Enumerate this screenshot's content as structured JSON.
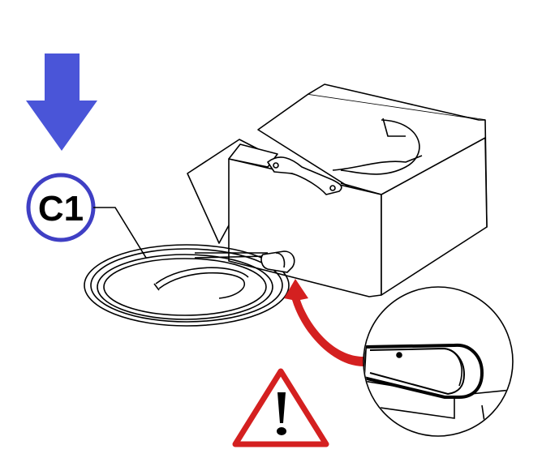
{
  "callout": {
    "label": "C1",
    "color": "#3f3fc4"
  },
  "arrow_down": {
    "color": "#4a55d8"
  },
  "pointer_arrow": {
    "color": "#d42020"
  },
  "warning": {
    "border_color": "#d42020",
    "glyph": "!"
  },
  "icons": [
    "arrow-down-icon",
    "callout-c1",
    "hose-coil",
    "container-box",
    "detail-zoom",
    "warning-triangle-icon"
  ]
}
